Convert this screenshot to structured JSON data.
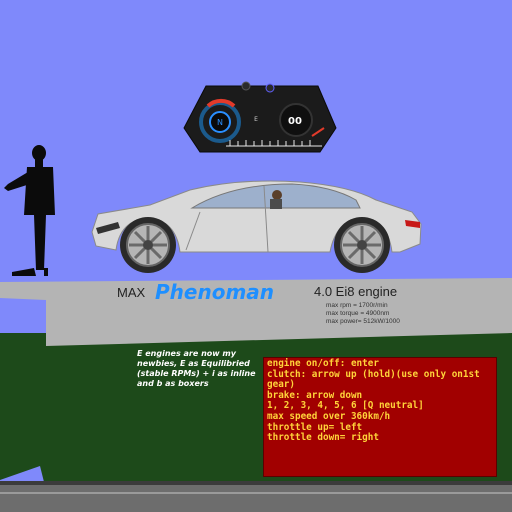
{
  "car": {
    "brand": "MAX",
    "model": "Phenoman",
    "engine": "4.0 Ei8 engine",
    "specs": {
      "max_rpm": "max rpm = 1700r/min",
      "max_torque": "max torque = 4900nm",
      "max_power": "max power= 512kW/1000"
    }
  },
  "engine_note": "E engines are now my newbies, E as Equilibried (stable RPMs) + i as inline and b as boxers",
  "controls": [
    "engine on/off: enter",
    "clutch: arrow up (hold)(use only on1st",
    "gear)",
    "brake: arrow down",
    "1, 2, 3, 4, 5, 6 [Q neutral]",
    "max speed over 360km/h",
    "throttle up= left",
    "throttle down= right"
  ],
  "dashboard": {
    "gear": "N",
    "speed": "00",
    "mode": "E"
  },
  "colors": {
    "sky": "#7f89fb",
    "grass": "#1d4a1a",
    "platform": "#b4b4b4",
    "road": "#6d6d6d",
    "panel": "#a10000",
    "panel_text": "#ffd43a",
    "accent": "#1e8fff"
  }
}
